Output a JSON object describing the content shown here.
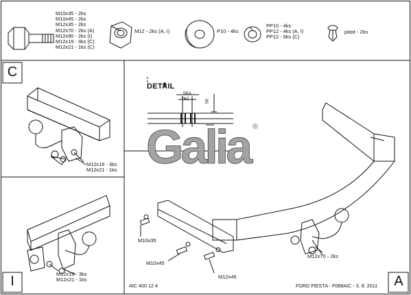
{
  "parts": {
    "bolt_specs": [
      "M10x35 - 2ks",
      "M10x45 - 2ks",
      "M12x35 - 2ks",
      "M12x70 - 2ks (A)",
      "M12x90 - 2ks (I)",
      "M12x19 - 3ks (C)",
      "M12x21 - 1ks (C)"
    ],
    "nut_spec": "M12 - 2ks (A, I)",
    "washer_spec": "P10 - 4ks",
    "spring_washer_specs": [
      "PP10 - 4ks",
      "PP12 - 4ks (A, I)",
      "PP12 - 6ks (C)"
    ],
    "plug_spec": "plast - 2ks"
  },
  "corners": {
    "c": "C",
    "i": "I",
    "a": "A"
  },
  "detail": {
    "title": "DETAIL",
    "dim_56a": "56A",
    "dim_76c": "76C",
    "dim_50": "50"
  },
  "logo": {
    "text": "Galia",
    "registered": "®"
  },
  "callouts": {
    "c_bolts": [
      "M12x19 - 3ks",
      "M12x21 - 1ks"
    ],
    "i_bolts": [
      "M12x19 - 3ks",
      "M12x21 - 1ks"
    ],
    "a_m10x35": "M10x35",
    "a_m10x45": "M10x45",
    "a_m12x45": "M12x45",
    "a_m12x70": "M12x70 - 2ks"
  },
  "footer": {
    "left": "AIC 400 12 4",
    "right": "FORD FIESTA - F088AIC - 3. 8. 2011"
  },
  "colors": {
    "ink": "#111111",
    "logo_gray": "#9a9a9a"
  }
}
